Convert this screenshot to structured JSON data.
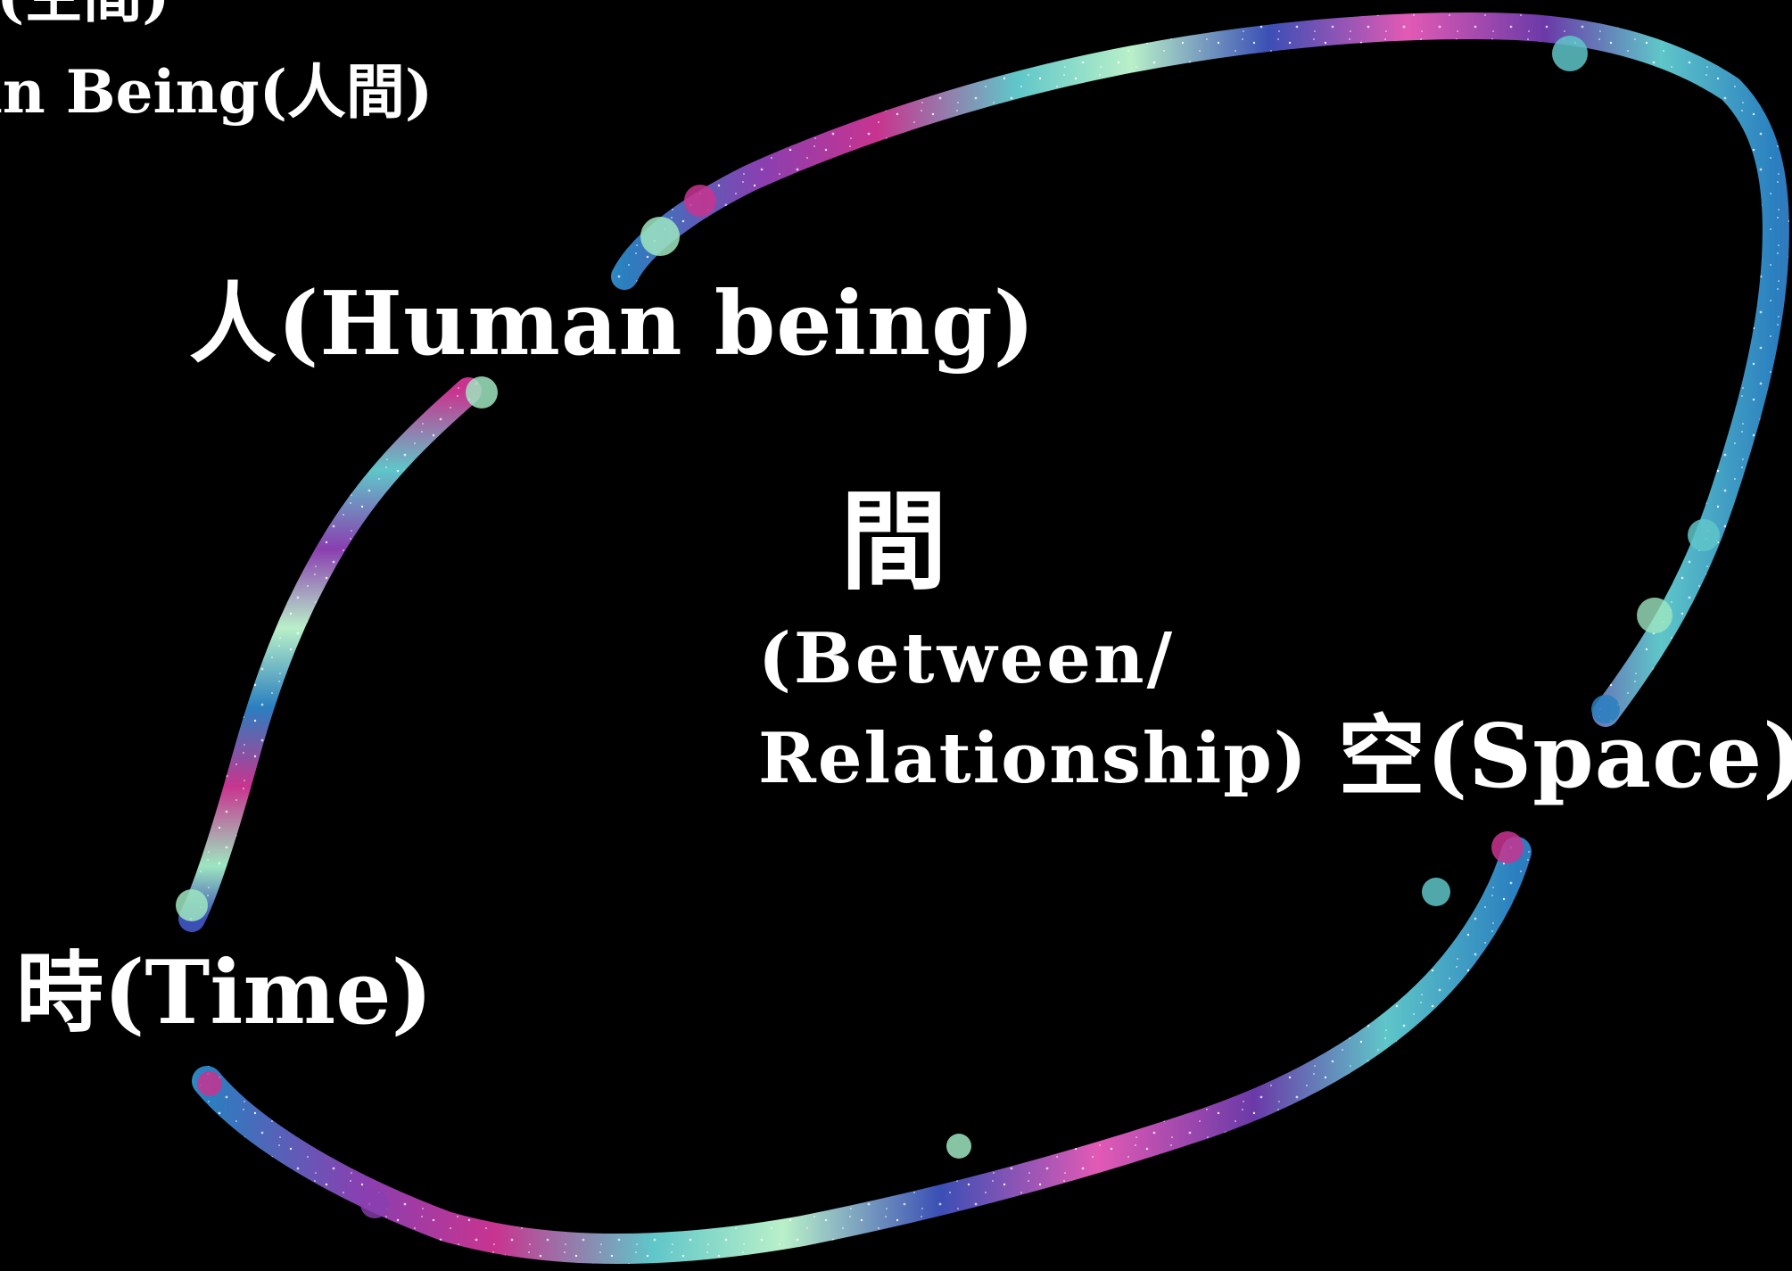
{
  "top_left_cut_text": {
    "line1": "(空間)",
    "line2": "an Being(人間)"
  },
  "labels": {
    "human": "人(Human being)",
    "between_kanji": "間",
    "between_line1": "(Between/",
    "between_line2": "Relationship)",
    "space": "空(Space)",
    "time": "時(Time)"
  },
  "colors": {
    "background": "#000000",
    "text": "#ffffff",
    "stroke_palette": [
      "#2a7fbf",
      "#8a3fb0",
      "#c8348f",
      "#5fc6c9",
      "#b9f0c9",
      "#3b4fb5",
      "#e25ab5"
    ]
  }
}
